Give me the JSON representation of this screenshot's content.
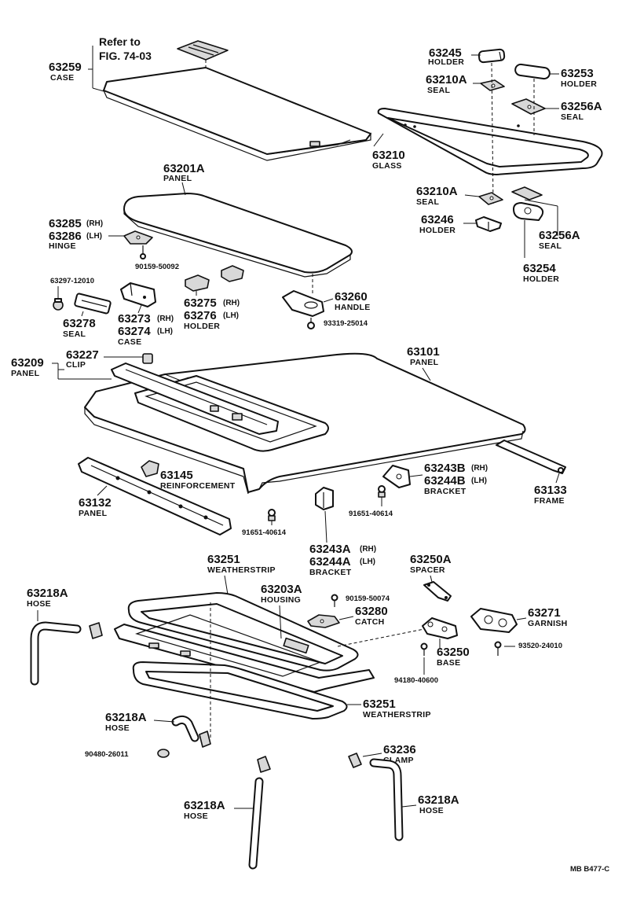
{
  "refer": {
    "line1": "Refer to",
    "line2": "FIG. 74-03"
  },
  "labels": {
    "p63259": {
      "num": "63259",
      "name": "CASE"
    },
    "p63245": {
      "num": "63245",
      "name": "HOLDER"
    },
    "p63253": {
      "num": "63253",
      "name": "HOLDER"
    },
    "p63210a_top": {
      "num": "63210A",
      "name": "SEAL"
    },
    "p63256a_top": {
      "num": "63256A",
      "name": "SEAL"
    },
    "p63210": {
      "num": "63210",
      "name": "GLASS"
    },
    "p63201a": {
      "num": "63201A",
      "name": "PANEL"
    },
    "p63210a_bot": {
      "num": "63210A",
      "name": "SEAL"
    },
    "p63246": {
      "num": "63246",
      "name": "HOLDER"
    },
    "p63256a_bot": {
      "num": "63256A",
      "name": "SEAL"
    },
    "p63254": {
      "num": "63254",
      "name": "HOLDER"
    },
    "p63285": {
      "num": "63285",
      "suffix": "(RH)"
    },
    "p63286": {
      "num": "63286",
      "suffix": "(LH)",
      "name": "HINGE"
    },
    "p90159_50092": {
      "num": "90159-50092"
    },
    "p63297": {
      "num": "63297-12010"
    },
    "p63278": {
      "num": "63278",
      "name": "SEAL"
    },
    "p63273": {
      "num": "63273",
      "suffix": "(RH)"
    },
    "p63274": {
      "num": "63274",
      "suffix": "(LH)",
      "name": "CASE"
    },
    "p63275": {
      "num": "63275",
      "suffix": "(RH)"
    },
    "p63276": {
      "num": "63276",
      "suffix": "(LH)",
      "name": "HOLDER"
    },
    "p63260": {
      "num": "63260",
      "name": "HANDLE"
    },
    "p93319": {
      "num": "93319-25014"
    },
    "p63209": {
      "num": "63209",
      "name": "PANEL"
    },
    "p63227": {
      "num": "63227",
      "name": "CLIP"
    },
    "p63101": {
      "num": "63101",
      "name": "PANEL"
    },
    "p63145": {
      "num": "63145",
      "name": "REINFORCEMENT"
    },
    "p63132": {
      "num": "63132",
      "name": "PANEL"
    },
    "p63243b": {
      "num": "63243B",
      "suffix": "(RH)"
    },
    "p63244b": {
      "num": "63244B",
      "suffix": "(LH)",
      "name": "BRACKET"
    },
    "p63133": {
      "num": "63133",
      "name": "FRAME"
    },
    "p91651_a": {
      "num": "91651-40614"
    },
    "p91651_b": {
      "num": "91651-40614"
    },
    "p63243a": {
      "num": "63243A",
      "suffix": "(RH)"
    },
    "p63244a": {
      "num": "63244A",
      "suffix": "(LH)",
      "name": "BRACKET"
    },
    "p63251_top": {
      "num": "63251",
      "name": "WEATHERSTRIP"
    },
    "p63250a": {
      "num": "63250A",
      "name": "SPACER"
    },
    "p63218a_1": {
      "num": "63218A",
      "name": "HOSE"
    },
    "p63203a": {
      "num": "63203A",
      "name": "HOUSING"
    },
    "p90159_50074": {
      "num": "90159-50074"
    },
    "p63280": {
      "num": "63280",
      "name": "CATCH"
    },
    "p63271": {
      "num": "63271",
      "name": "GARNISH"
    },
    "p63250": {
      "num": "63250",
      "name": "BASE"
    },
    "p93520": {
      "num": "93520-24010"
    },
    "p94180": {
      "num": "94180-40600"
    },
    "p63251_bot": {
      "num": "63251",
      "name": "WEATHERSTRIP"
    },
    "p63218a_2": {
      "num": "63218A",
      "name": "HOSE"
    },
    "p90480": {
      "num": "90480-26011"
    },
    "p63236": {
      "num": "63236",
      "name": "CLAMP"
    },
    "p63218a_3": {
      "num": "63218A",
      "name": "HOSE"
    },
    "p63218a_4": {
      "num": "63218A",
      "name": "HOSE"
    }
  },
  "figure_code": "MB B477-C"
}
